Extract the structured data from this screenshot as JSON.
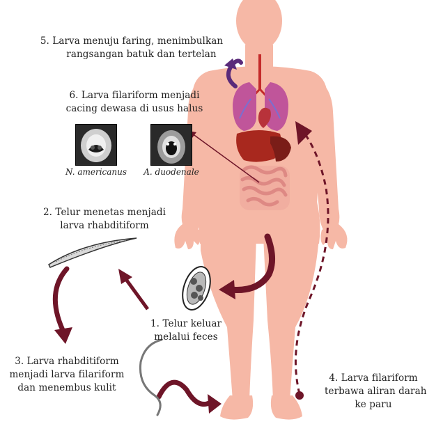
{
  "steps": {
    "s1": {
      "line1": "1.  Telur keluar",
      "line2": "melalui feces"
    },
    "s2": {
      "line1": "2. Telur menetas menjadi",
      "line2": "larva rhabditiform"
    },
    "s3": {
      "line1": "3.  Larva rhabditiform",
      "line2": "menjadi larva filariform",
      "line3": "dan  menembus kulit"
    },
    "s4": {
      "line1": "4. Larva filariform",
      "line2": "terbawa aliran darah",
      "line3": "ke paru"
    },
    "s5": {
      "line1": "5. Larva menuju faring, menimbulkan",
      "line2": "rangsangan batuk dan tertelan"
    },
    "s6": {
      "line1": "6. Larva filariform menjadi",
      "line2": "cacing dewasa di usus halus"
    }
  },
  "specimens": [
    {
      "name": "N. americanus"
    },
    {
      "name": "A. duodenale"
    }
  ],
  "colors": {
    "skin": "#f6b8a6",
    "arrow": "#6e1528",
    "purple_arrow": "#5a2a7a",
    "lungs": "#c0559a",
    "liver": "#a8281e",
    "intestine": "#e89a96"
  }
}
